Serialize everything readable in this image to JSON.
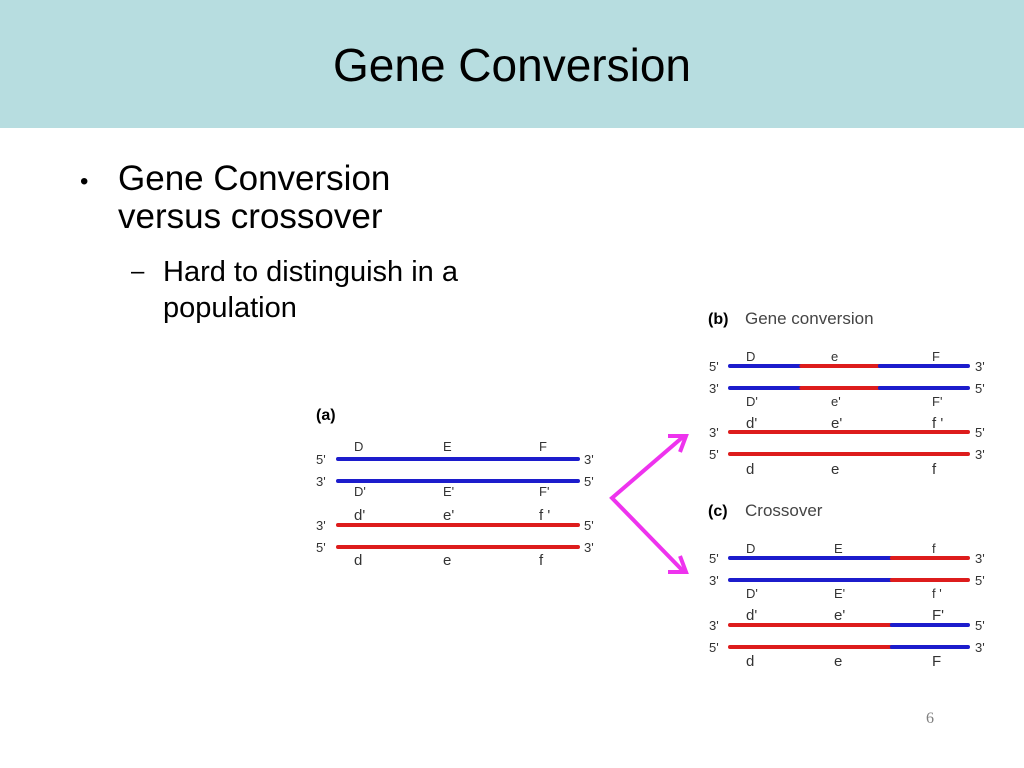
{
  "slide": {
    "title": "Gene Conversion",
    "bullet": "Gene Conversion versus crossover",
    "sub_bullet": "Hard to distinguish in a population",
    "bullet_marker": "•",
    "sub_marker": "–",
    "page_number": "6"
  },
  "colors": {
    "title_bg": "#b7dde0",
    "strand_blue": "#1c1ccc",
    "strand_red": "#dd1c1c",
    "arrow": "#ee33ee"
  },
  "panels": {
    "a": {
      "tag": "(a)",
      "title": "",
      "ends": {
        "s1": [
          "5'",
          "3'"
        ],
        "s2": [
          "3'",
          "5'"
        ],
        "s3": [
          "3'",
          "5'"
        ],
        "s4": [
          "5'",
          "3'"
        ]
      },
      "labels": {
        "top": [
          "D",
          "E",
          "F"
        ],
        "mid1": [
          "D'",
          "E'",
          "F'"
        ],
        "mid2": [
          "d'",
          "e'",
          "f '"
        ],
        "bot": [
          "d",
          "e",
          "f"
        ]
      }
    },
    "b": {
      "tag": "(b)",
      "title": "Gene conversion",
      "ends": {
        "s1": [
          "5'",
          "3'"
        ],
        "s2": [
          "3'",
          "5'"
        ],
        "s3": [
          "3'",
          "5'"
        ],
        "s4": [
          "5'",
          "3'"
        ]
      },
      "labels": {
        "top": [
          "D",
          "e",
          "F"
        ],
        "mid1": [
          "D'",
          "e'",
          "F'"
        ],
        "mid2": [
          "d'",
          "e'",
          "f '"
        ],
        "bot": [
          "d",
          "e",
          "f"
        ]
      }
    },
    "c": {
      "tag": "(c)",
      "title": "Crossover",
      "ends": {
        "s1": [
          "5'",
          "3'"
        ],
        "s2": [
          "3'",
          "5'"
        ],
        "s3": [
          "3'",
          "5'"
        ],
        "s4": [
          "5'",
          "3'"
        ]
      },
      "labels": {
        "top": [
          "D",
          "E",
          "f"
        ],
        "mid1": [
          "D'",
          "E'",
          "f '"
        ],
        "mid2": [
          "d'",
          "e'",
          "F'"
        ],
        "bot": [
          "d",
          "e",
          "F"
        ]
      }
    }
  }
}
